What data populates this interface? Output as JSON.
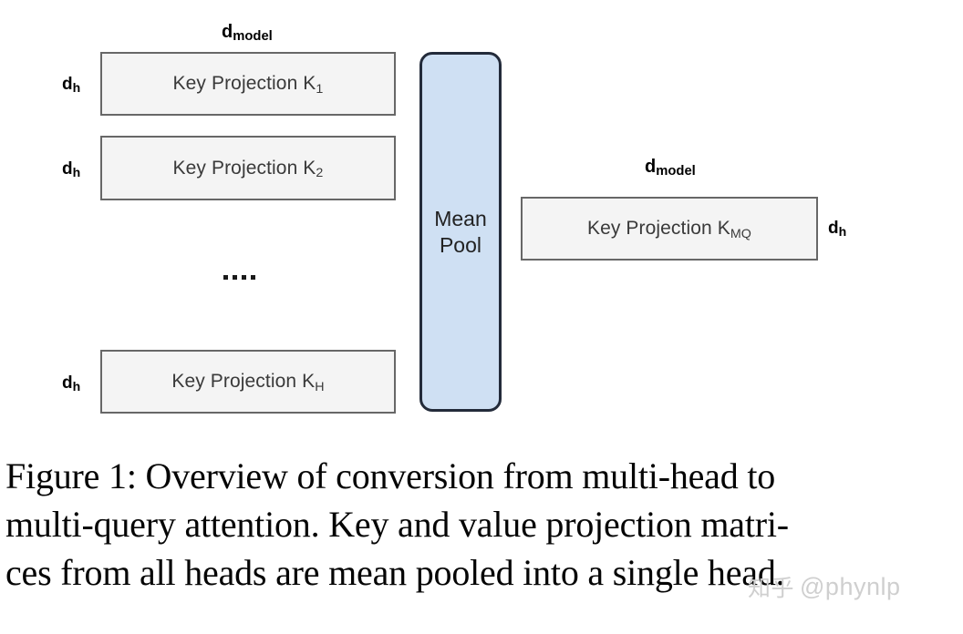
{
  "figure": {
    "diagram": {
      "heads": [
        {
          "label_prefix": "Key Projection K",
          "label_sub": "1",
          "row_dim": "d",
          "row_dim_sub": "h"
        },
        {
          "label_prefix": "Key Projection K",
          "label_sub": "2",
          "row_dim": "d",
          "row_dim_sub": "h"
        },
        {
          "label_prefix": "Key Projection K",
          "label_sub": "H",
          "row_dim": "d",
          "row_dim_sub": "h"
        }
      ],
      "top_dim": {
        "base": "d",
        "sub": "model"
      },
      "ellipsis": "....",
      "mean_pool": {
        "line1": "Mean",
        "line2": "Pool"
      },
      "output": {
        "label_prefix": "Key Projection K",
        "label_sub": "MQ",
        "top_dim": {
          "base": "d",
          "sub": "model"
        },
        "side_dim": {
          "base": "d",
          "sub": "h"
        }
      }
    },
    "caption": {
      "line1": "Figure 1: Overview of conversion from multi-head to",
      "line2": "multi-query attention. Key and value projection matri-",
      "line3": "ces from all heads are mean pooled into a single head."
    },
    "watermark": {
      "logo": "知乎",
      "handle": "@phynlp"
    },
    "colors": {
      "box_fill": "#f4f4f4",
      "box_border": "#676767",
      "pool_fill": "#cfe0f3",
      "pool_border": "#232b3a",
      "text": "#3a3a3a",
      "background": "#ffffff",
      "watermark": "#cfcfcf"
    }
  }
}
